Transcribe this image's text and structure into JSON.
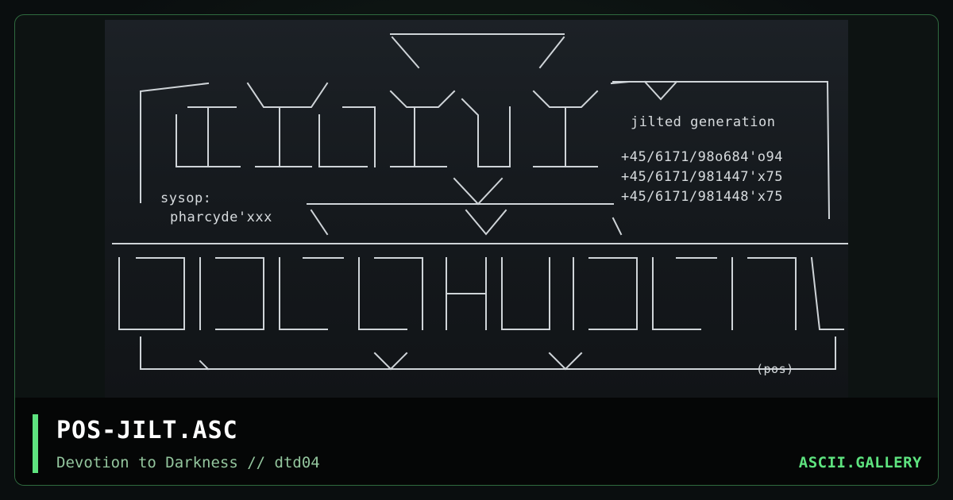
{
  "artwork": {
    "heading": "jilted generation",
    "lines": [
      "+45/6171/98o684'o94",
      "+45/6171/981447'x75",
      "+45/6171/981448'x75"
    ],
    "label": "sysop:",
    "handle": "pharcyde'xxx",
    "credit": "(pos)"
  },
  "footer": {
    "title": "POS-JILT.ASC",
    "subtitle": "Devotion to Darkness // dtd04",
    "brand": "ASCII.GALLERY"
  },
  "colors": {
    "accent": "#5ee37f",
    "frame_border": "#2f6a3f",
    "art_fg": "#d7dbde"
  }
}
